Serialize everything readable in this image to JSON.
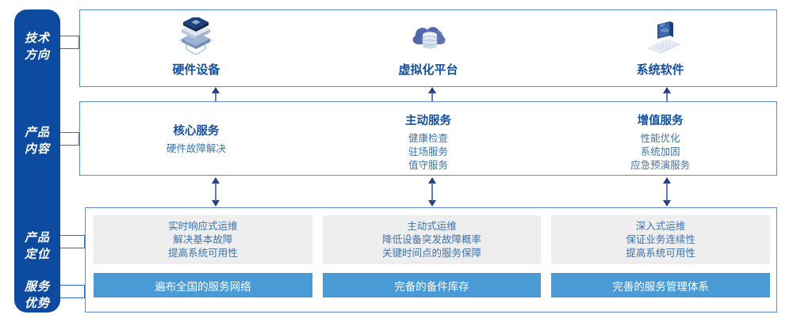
{
  "sidebar": {
    "items": [
      {
        "name": "tech-direction",
        "lines": [
          "技术",
          "方向"
        ]
      },
      {
        "name": "product-content",
        "lines": [
          "产品",
          "内容"
        ]
      },
      {
        "name": "product-position",
        "lines": [
          "产品",
          "定位"
        ]
      },
      {
        "name": "service-advantage",
        "lines": [
          "服务",
          "优势"
        ]
      }
    ],
    "color": "#0d4ba0"
  },
  "tech_section": {
    "columns": [
      {
        "icon": "server-stack-icon",
        "title": "硬件设备"
      },
      {
        "icon": "cloud-database-icon",
        "title": "虚拟化平台"
      },
      {
        "icon": "laptop-code-icon",
        "title": "系统软件"
      }
    ]
  },
  "content_section": {
    "columns": [
      {
        "title": "核心服务",
        "items": [
          "硬件故障解决"
        ]
      },
      {
        "title": "主动服务",
        "items": [
          "健康检查",
          "驻场服务",
          "值守服务"
        ]
      },
      {
        "title": "增值服务",
        "items": [
          "性能优化",
          "系统加固",
          "应急预演服务"
        ]
      }
    ]
  },
  "position_section": {
    "boxes": [
      {
        "lines": [
          "实时响应式运维",
          "解决基本故障",
          "提高系统可用性"
        ]
      },
      {
        "lines": [
          "主动式运维",
          "降低设备突发故障概率",
          "关键时间点的服务保障"
        ]
      },
      {
        "lines": [
          "深入式运维",
          "保证业务连续性",
          "提高系统可用性"
        ]
      }
    ]
  },
  "advantage_section": {
    "bars": [
      "遍布全国的服务网络",
      "完备的备件库存",
      "完善的服务管理体系"
    ],
    "color": "#4a9bd5"
  },
  "colors": {
    "sidebar_blue": "#0d4ba0",
    "panel_border": "#5b8fcb",
    "title_blue": "#15519e",
    "text_blue": "#3d72b2",
    "bar_blue": "#4a9bd5",
    "gray_box": "#eeeeee"
  }
}
